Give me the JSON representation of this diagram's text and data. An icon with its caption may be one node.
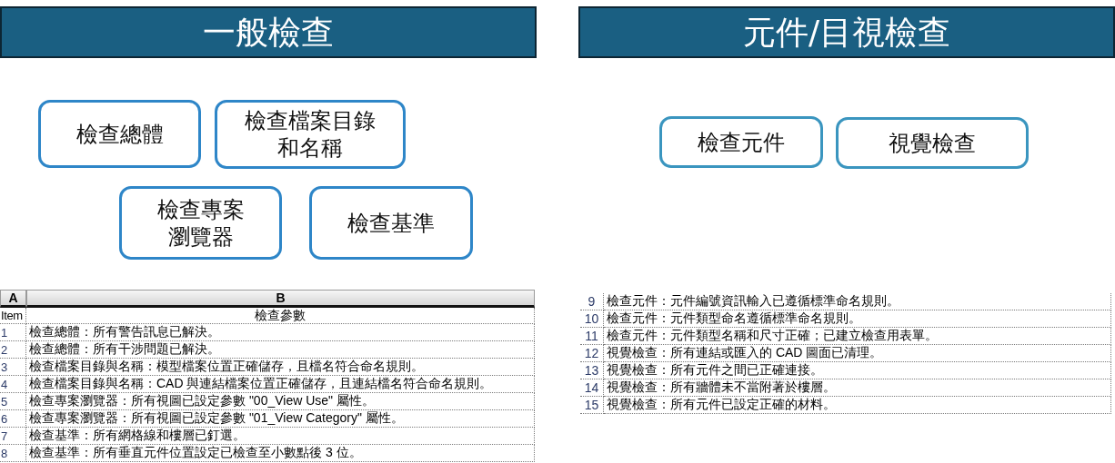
{
  "diagram": {
    "nodes": [
      {
        "text": [
          "一般檢查"
        ]
      },
      {
        "text": [
          "元件/目視檢查"
        ]
      },
      {
        "text": [
          "檢查總體"
        ]
      },
      {
        "text": [
          "檢查檔案目錄和名稱"
        ]
      },
      {
        "text": [
          "檢查元件"
        ]
      },
      {
        "text": [
          "視覺檢查"
        ]
      },
      {
        "text": [
          "檢查專案瀏覽器"
        ]
      },
      {
        "text": [
          "檢查基準"
        ]
      }
    ],
    "labels": [
      "A",
      "B",
      "Item",
      "檢查參數",
      "1",
      "檢查總體：所有警告訊息已解決。",
      "2",
      "檢查總體：所有干涉問題已解決。",
      "3",
      "檢查檔案目錄與名稱：模型檔案位置正確儲存，且檔名符合命名規則。",
      "4",
      "檢查檔案目錄與名稱：CAD 與連結檔案位置正確儲存，且連結檔名符合命名規則。",
      "5",
      "檢查專案瀏覽器：所有視圖已設定參數 \"00_View Use\" 屬性。",
      "6",
      "檢查專案瀏覽器：所有視圖已設定參數 \"01_View Category\" 屬性。",
      "7",
      "檢查基準：所有網格線和樓層已釘選。",
      "8",
      "檢查基準：所有垂直元件位置設定已檢查至小數點後 3 位。",
      "9",
      "檢查元件：元件編號資訊輸入已遵循標準命名規則。",
      "10",
      "檢查元件：元件類型命名遵循標準命名規則。",
      "11",
      "檢查元件：元件類型名稱和尺寸正確；已建立檢查用表單。",
      "12",
      "視覺檢查：所有連結或匯入的 CAD 圖面已清理。",
      "13",
      "視覺檢查：所有元件之間已正確連接。",
      "14",
      "視覺檢查：所有牆體未不當附著於樓層。",
      "15",
      "視覺檢查：所有元件已設定正確的材料。"
    ]
  }
}
